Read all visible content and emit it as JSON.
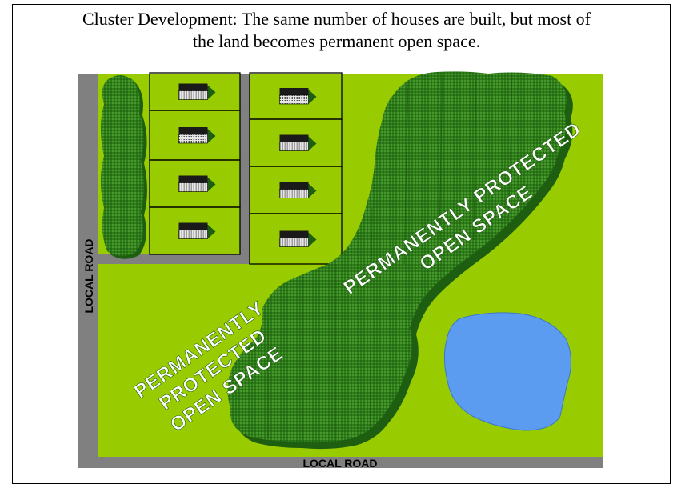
{
  "caption": {
    "line1": "Cluster Development:  The same number of houses are built, but most of",
    "line2": "the land becomes permanent open space."
  },
  "roads": {
    "left_label": "LOCAL ROAD",
    "bottom_label": "LOCAL ROAD"
  },
  "open_space": {
    "upper": {
      "line1": "PERMANENTLY PROTECTED",
      "line2": "OPEN SPACE"
    },
    "lower": {
      "line1": "PERMANENTLY",
      "line2": "PROTECTED",
      "line3": "OPEN SPACE"
    }
  },
  "lot_count": 8,
  "colors": {
    "grass": "#99cc00",
    "road": "#808080",
    "forest": "#2d7d18",
    "forest_shadow": "#1e5e10",
    "pond": "#5b9bf0",
    "house_roof": "#1a1a1a",
    "house_wall": "#dddddd"
  }
}
